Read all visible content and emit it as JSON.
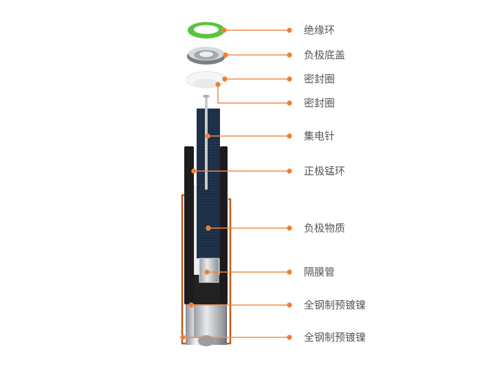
{
  "accent_color": "#f07a2a",
  "labels": [
    {
      "text": "绝缘环"
    },
    {
      "text": "负极底盖"
    },
    {
      "text": "密封圈"
    },
    {
      "text": "密封圈"
    },
    {
      "text": "集电针"
    },
    {
      "text": "正极锰环"
    },
    {
      "text": "负极物质"
    },
    {
      "text": "隔膜管"
    },
    {
      "text": "全钢制预镀镍"
    },
    {
      "text": "全钢制预镀镍"
    }
  ]
}
